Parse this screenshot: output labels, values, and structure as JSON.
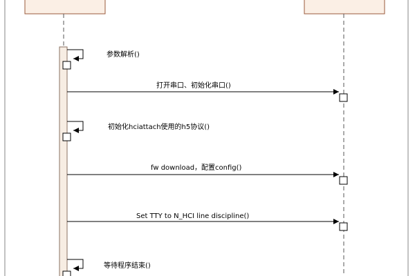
{
  "diagram": {
    "type": "sequence",
    "lifelines": [
      {
        "id": "left",
        "name": ""
      },
      {
        "id": "right",
        "name": ""
      }
    ],
    "messages": [
      {
        "from": "left",
        "to": "left",
        "kind": "self",
        "label": "参数解析()"
      },
      {
        "from": "left",
        "to": "right",
        "kind": "call",
        "label": "打开串口、初始化串口()"
      },
      {
        "from": "left",
        "to": "left",
        "kind": "self",
        "label": "初始化hciattach使用的h5协议()"
      },
      {
        "from": "left",
        "to": "right",
        "kind": "call",
        "label": "fw download，配置config()"
      },
      {
        "from": "left",
        "to": "right",
        "kind": "call",
        "label": "Set TTY to N_HCI line discipline()"
      },
      {
        "from": "left",
        "to": "left",
        "kind": "self",
        "label": "等待程序结束()"
      }
    ],
    "colors": {
      "lifeline_box_fill": "#fbefe5",
      "lifeline_box_stroke": "#9a5a3a",
      "activation_fill": "#f7ede3",
      "activation_stroke": "#8a7060",
      "line": "#000000",
      "frame": "#9a9a9a"
    }
  }
}
